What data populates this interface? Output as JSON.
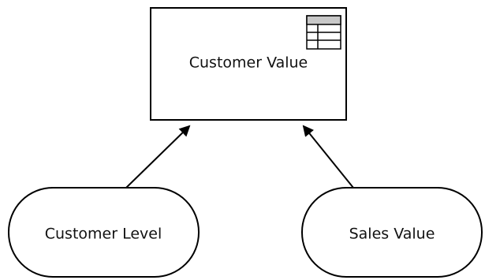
{
  "diagram": {
    "nodes": [
      {
        "id": "customer-value",
        "label": "Customer Value",
        "shape": "rectangle",
        "icon": "table-icon"
      },
      {
        "id": "customer-level",
        "label": "Customer Level",
        "shape": "rounded-pill"
      },
      {
        "id": "sales-value",
        "label": "Sales Value",
        "shape": "rounded-pill"
      }
    ],
    "edges": [
      {
        "from": "customer-level",
        "to": "customer-value"
      },
      {
        "from": "sales-value",
        "to": "customer-value"
      }
    ],
    "colors": {
      "stroke": "#000000",
      "fill": "#ffffff",
      "text": "#111111"
    }
  }
}
